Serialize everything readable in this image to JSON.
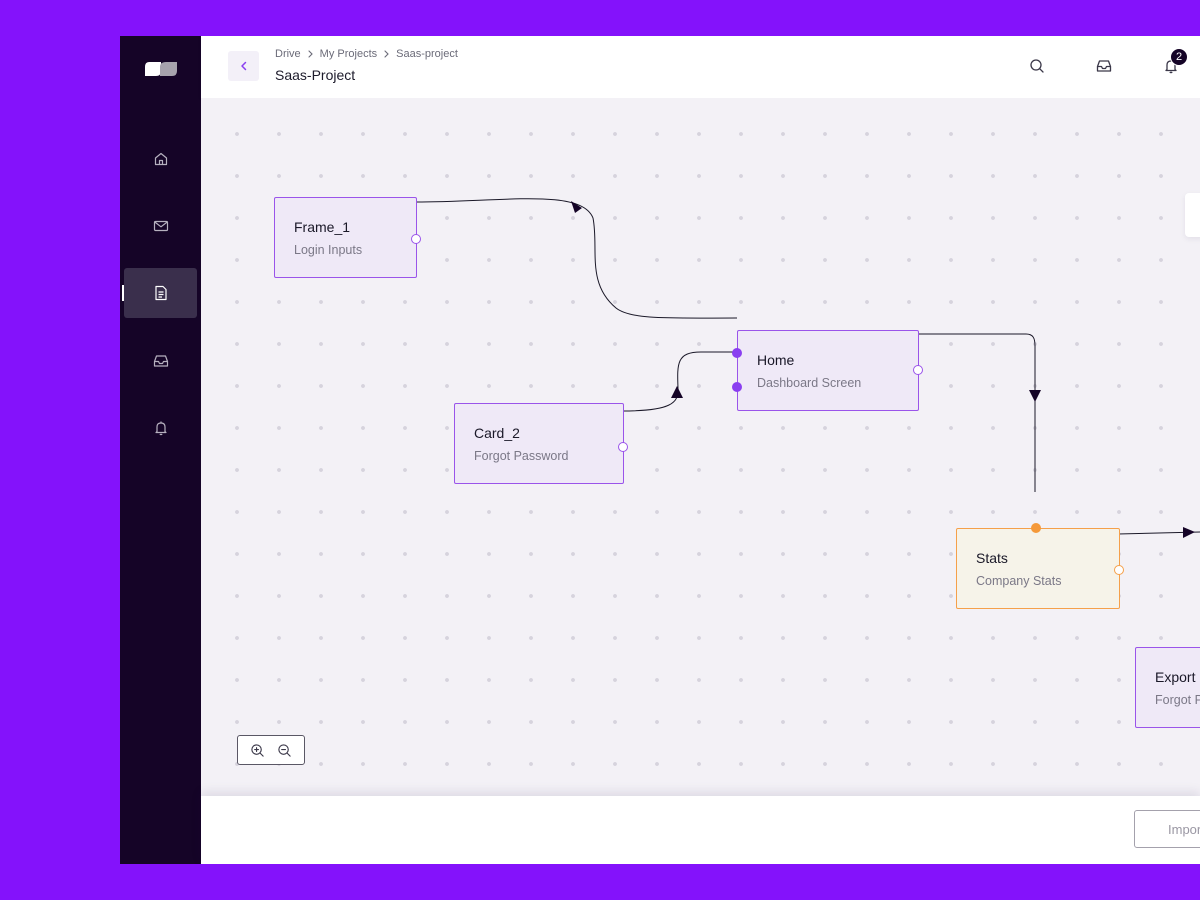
{
  "colors": {
    "background": "#8412fb",
    "sidebar": "#150427",
    "accent": "#8a3ff0",
    "node_border": "#9a54ea",
    "node_fill": "#efe9f7",
    "highlight_border": "#f5a04a",
    "highlight_fill": "#f6f3e9"
  },
  "sidebar": {
    "logo": "app-logo",
    "items": [
      {
        "icon": "home-icon",
        "active": false
      },
      {
        "icon": "mail-icon",
        "active": false
      },
      {
        "icon": "document-icon",
        "active": true
      },
      {
        "icon": "inbox-icon",
        "active": false
      },
      {
        "icon": "bell-icon",
        "active": false
      }
    ]
  },
  "header": {
    "breadcrumb": [
      "Drive",
      "My Projects",
      "Saas-project"
    ],
    "title": "Saas-Project",
    "icons": [
      "search-icon",
      "inbox-icon",
      "bell-icon"
    ],
    "notification_count": "2"
  },
  "nodes": {
    "frame_1": {
      "title": "Frame_1",
      "subtitle": "Login Inputs"
    },
    "card_2": {
      "title": "Card_2",
      "subtitle": "Forgot Password"
    },
    "home": {
      "title": "Home",
      "subtitle": "Dashboard Screen"
    },
    "stats": {
      "title": "Stats",
      "subtitle": "Company Stats",
      "highlighted": true
    },
    "export": {
      "title": "Export",
      "subtitle": "Forgot P"
    }
  },
  "connections": [
    {
      "from": "frame_1",
      "to": "home"
    },
    {
      "from": "card_2",
      "to": "home"
    },
    {
      "from": "home",
      "to": "stats"
    },
    {
      "from": "stats",
      "to": "offscreen-right"
    }
  ],
  "zoom_controls": [
    "zoom-in-icon",
    "zoom-out-icon"
  ],
  "footer": {
    "import_label": "Import"
  }
}
